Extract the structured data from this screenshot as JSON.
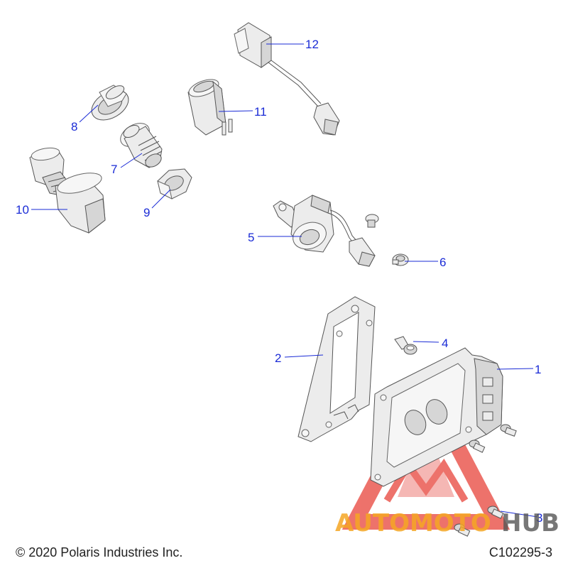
{
  "callouts": {
    "c1": "1",
    "c2": "2",
    "c3": "3",
    "c4": "4",
    "c5": "5",
    "c6": "6",
    "c7": "7",
    "c8": "8",
    "c9": "9",
    "c10": "10",
    "c11": "11",
    "c12": "12"
  },
  "footer": {
    "copyright": "© 2020 Polaris Industries Inc.",
    "diagram_id": "C102295-3"
  },
  "watermark": {
    "part1": "AUTOMOTO",
    "part2": "HUB"
  },
  "colors": {
    "callout": "#1a2bd6",
    "watermark_red": "#e8433a",
    "watermark_orange": "#f5a623",
    "watermark_gray": "#555555"
  }
}
